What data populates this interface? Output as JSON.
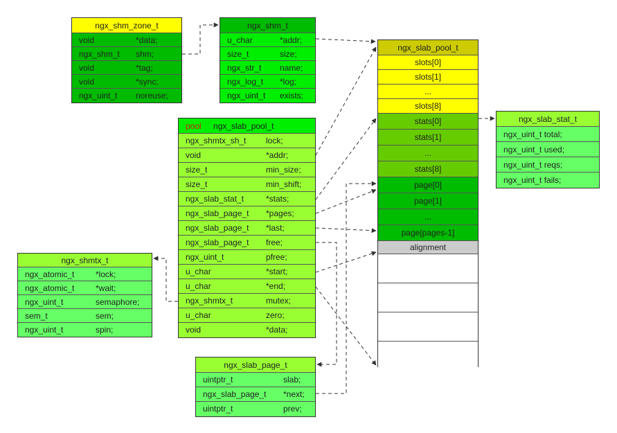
{
  "colors": {
    "yellow": "#ffff00",
    "olive_header": "#cccc00",
    "dark_green": "#00bb00",
    "bright_green": "#00ee00",
    "lime": "#99ff33",
    "light_green": "#66ff66",
    "mid_green": "#66cc00",
    "gray": "#cccccc",
    "white": "#ffffff"
  },
  "shm_zone": {
    "title": "ngx_shm_zone_t",
    "rows": [
      {
        "type": "void",
        "name": "*data;"
      },
      {
        "type": "ngx_shm_t",
        "name": "shm;"
      },
      {
        "type": "void",
        "name": "*tag;"
      },
      {
        "type": "void",
        "name": "*sync;"
      },
      {
        "type": "ngx_uint_t",
        "name": "noreuse;"
      }
    ]
  },
  "shm": {
    "title": "ngx_shm_t",
    "rows": [
      {
        "type": "u_char",
        "name": "*addr;"
      },
      {
        "type": "size_t",
        "name": "size;"
      },
      {
        "type": "ngx_str_t",
        "name": "name;"
      },
      {
        "type": "ngx_log_t",
        "name": "*log;"
      },
      {
        "type": "ngx_uint_t",
        "name": "exists;"
      }
    ]
  },
  "pool": {
    "prefix": "pool",
    "title": "ngx_slab_pool_t",
    "rows": [
      {
        "type": "ngx_shmtx_sh_t",
        "name": "lock;"
      },
      {
        "type": "void",
        "name": "*addr;"
      },
      {
        "type": "size_t",
        "name": "min_size;"
      },
      {
        "type": "size_t",
        "name": "min_shift;"
      },
      {
        "type": "ngx_slab_stat_t",
        "name": "*stats;"
      },
      {
        "type": "ngx_slab_page_t",
        "name": "*pages;"
      },
      {
        "type": "ngx_slab_page_t",
        "name": "*last;"
      },
      {
        "type": "ngx_slab_page_t",
        "name": "free;"
      },
      {
        "type": "ngx_uint_t",
        "name": "pfree;"
      },
      {
        "type": "u_char",
        "name": "*start;"
      },
      {
        "type": "u_char",
        "name": "*end;"
      },
      {
        "type": "ngx_shmtx_t",
        "name": "mutex;"
      },
      {
        "type": "u_char",
        "name": "zero;"
      },
      {
        "type": "void",
        "name": "*data;"
      }
    ]
  },
  "shmtx": {
    "title": "ngx_shmtx_t",
    "rows": [
      {
        "type": "ngx_atomic_t",
        "name": "*lock;"
      },
      {
        "type": "ngx_atomic_t",
        "name": "*wait;"
      },
      {
        "type": "ngx_uint_t",
        "name": "semaphore;"
      },
      {
        "type": "sem_t",
        "name": "sem;"
      },
      {
        "type": "ngx_uint_t",
        "name": "spin;"
      }
    ]
  },
  "page": {
    "title": "ngx_slab_page_t",
    "rows": [
      {
        "type": "uintptr_t",
        "name": "slab;"
      },
      {
        "type": "ngx_slab_page_t",
        "name": "*next;"
      },
      {
        "type": "uintptr_t",
        "name": "prev;"
      }
    ]
  },
  "stat": {
    "title": "ngx_slab_stat_t",
    "rows": [
      "ngx_uint_t total;",
      "ngx_uint_t used;",
      "ngx_uint_t reqs;",
      "ngx_uint_t fails;"
    ]
  },
  "layout": {
    "title": "ngx_slab_pool_t",
    "slots": [
      "slots[0]",
      "slots[1]",
      "...",
      "slots[8]"
    ],
    "stats": [
      "stats[0]",
      "stats[1]",
      "...",
      "stats[8]"
    ],
    "pages": [
      "page[0]",
      "page[1]",
      "...",
      "page[pages-1]"
    ],
    "alignment": "alignment"
  }
}
